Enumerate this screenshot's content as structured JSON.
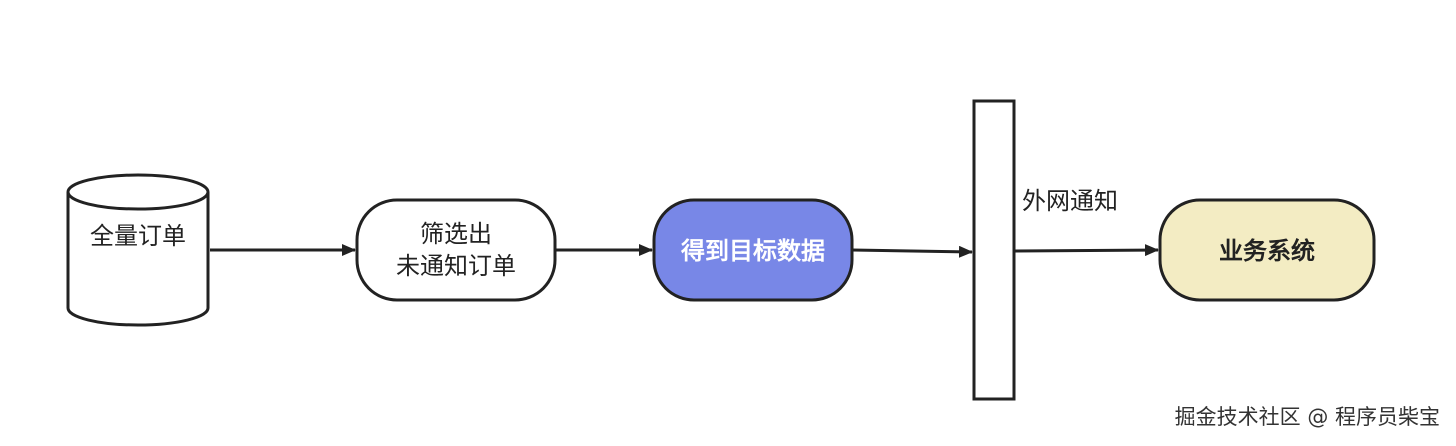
{
  "nodes": {
    "all_orders": {
      "label": "全量订单"
    },
    "filter": {
      "line1": "筛选出",
      "line2": "未通知订单"
    },
    "target_data": {
      "label": "得到目标数据",
      "fill": "#7887e7",
      "text_color": "#ffffff"
    },
    "business_system": {
      "label": "业务系统",
      "fill": "#f3ecc3",
      "text_color": "#222222"
    }
  },
  "edges": {
    "external_notify": {
      "label": "外网通知"
    }
  },
  "watermark": {
    "text": "掘金技术社区 @ 程序员柴宝"
  },
  "colors": {
    "stroke": "#222222",
    "background": "#ffffff"
  }
}
